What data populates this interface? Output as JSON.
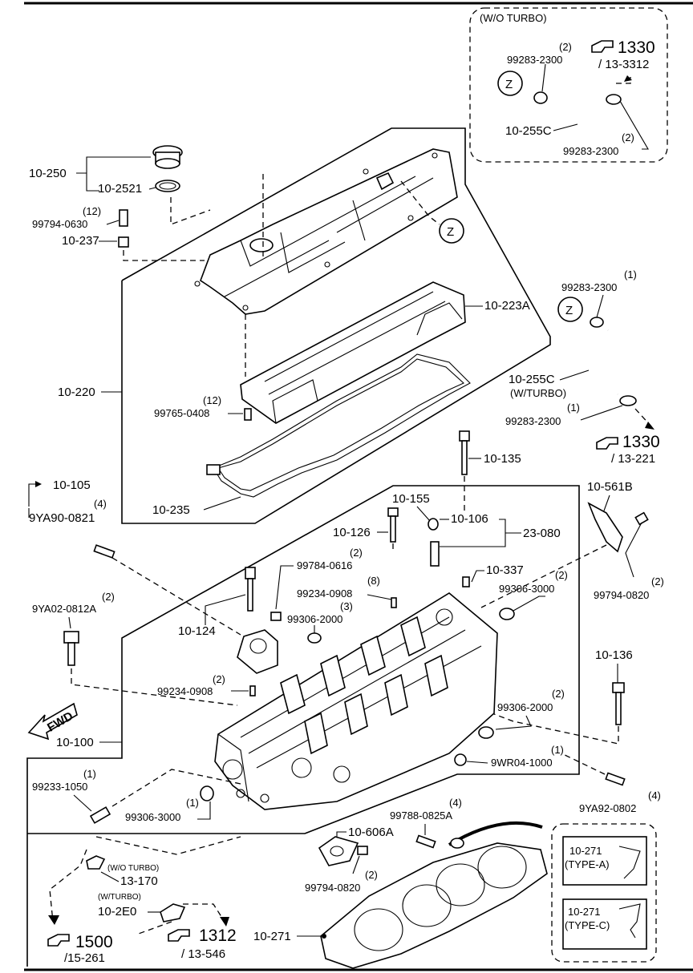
{
  "labels": {
    "wo_turbo_header": "(W/O TURBO)",
    "top_qty_a": "(2)",
    "top_part_a": "99283-2300",
    "ref_1330_top": "1330",
    "ref_1330_top_sub": "/ 13-3312",
    "z_top": "Z",
    "hose_top": "10-255C",
    "top_qty_b": "(2)",
    "top_part_b": "99283-2300",
    "p_10_250": "10-250",
    "p_10_2521": "10-2521",
    "qty_12_a": "(12)",
    "p_99794_0630": "99794-0630",
    "p_10_237": "10-237",
    "z_cover": "Z",
    "p_10_223a": "10-223A",
    "z_mid": "Z",
    "mid_qty_a": "(1)",
    "mid_part_a": "99283-2300",
    "p_10_220": "10-220",
    "qty_12_b": "(12)",
    "p_99765_0408": "99765-0408",
    "hose_mid": "10-255C",
    "w_turbo": "(W/TURBO)",
    "mid_qty_b": "(1)",
    "mid_part_b": "99283-2300",
    "ref_1330_mid": "1330",
    "ref_1330_mid_sub": "/ 13-221",
    "p_10_135": "10-135",
    "p_10_105": "10-105",
    "qty_4_a": "(4)",
    "p_9ya90_0821": "9YA90-0821",
    "p_10_235": "10-235",
    "p_10_155": "10-155",
    "p_10_106": "10-106",
    "p_10_126": "10-126",
    "p_23_080": "23-080",
    "p_10_561b": "10-561B",
    "qty_2_a": "(2)",
    "p_99784_0616": "99784-0616",
    "qty_8": "(8)",
    "p_99234_0908_a": "99234-0908",
    "p_10_337": "10-337",
    "qty_2_b": "(2)",
    "p_99306_3000_a": "99306-3000",
    "qty_2_c": "(2)",
    "p_99794_0820_a": "99794-0820",
    "qty_2_d": "(2)",
    "p_9ya02_0812a": "9YA02-0812A",
    "qty_3": "(3)",
    "p_99306_2000_a": "99306-2000",
    "p_10_124": "10-124",
    "p_10_136": "10-136",
    "qty_2_e": "(2)",
    "p_99234_0908_b": "99234-0908",
    "qty_2_f": "(2)",
    "p_99306_2000_b": "99306-2000",
    "fwd": "FWD",
    "p_10_100": "10-100",
    "qty_1_a": "(1)",
    "p_9wr04_1000": "9WR04-1000",
    "qty_1_b": "(1)",
    "p_99233_1050": "99233-1050",
    "qty_4_b": "(4)",
    "p_9ya92_0802": "9YA92-0802",
    "qty_1_c": "(1)",
    "p_99306_3000_b": "99306-3000",
    "qty_4_c": "(4)",
    "p_99788_0825a": "99788-0825A",
    "p_10_606a": "10-606A",
    "qty_2_g": "(2)",
    "p_99794_0820_b": "99794-0820",
    "wo_turbo_small": "(W/O TURBO)",
    "p_13_170": "13-170",
    "w_turbo_small": "(W/TURBO)",
    "p_10_2e0": "10-2E0",
    "ref_1500": "1500",
    "ref_1500_sub": "/15-261",
    "ref_1312": "1312",
    "ref_1312_sub": "/ 13-546",
    "p_10_271": "10-271",
    "type_a_part": "10-271",
    "type_a_label": "(TYPE-A)",
    "type_c_part": "10-271",
    "type_c_label": "(TYPE-C)"
  }
}
